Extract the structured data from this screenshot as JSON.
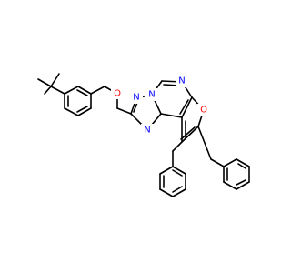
{
  "molecule": {
    "atoms": [
      {
        "label": "O",
        "color": "#ff0000"
      },
      {
        "label": "N",
        "color": "#0000ff"
      },
      {
        "label": "N",
        "color": "#0000ff"
      },
      {
        "label": "N",
        "color": "#0000ff"
      },
      {
        "label": "N",
        "color": "#0000ff"
      },
      {
        "label": "O",
        "color": "#ff0000"
      }
    ]
  }
}
